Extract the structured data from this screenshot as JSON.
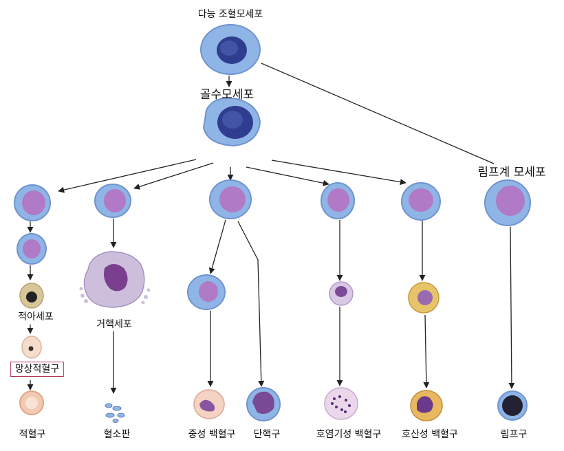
{
  "labels": {
    "hsc": "다능 조혈모세포",
    "myeloid": "골수모세포",
    "lymphoid": "림프계 모세포",
    "erythroblast": "적아세포",
    "megakaryocyte": "거핵세포",
    "reticulocyte": "망상적혈구",
    "rbc": "적혈구",
    "platelet": "혈소판",
    "neutrophil": "중성 백혈구",
    "monocyte": "단핵구",
    "eosinophil": "호염기성 백혈구",
    "basophil": "호산성 백혈구",
    "lymphocyte": "림프구"
  },
  "colors": {
    "cell_blue": "#8fb4e6",
    "nucleus_purple": "#b07ac6",
    "nucleus_dark": "#2b2f7a",
    "erythro_tan": "#d9c59a",
    "rbc_peach": "#f2c9b3",
    "mega_lilac": "#cdbfdc",
    "basophil_yellow": "#e7c36a",
    "line": "#222222",
    "highlight_border": "#b03050"
  }
}
